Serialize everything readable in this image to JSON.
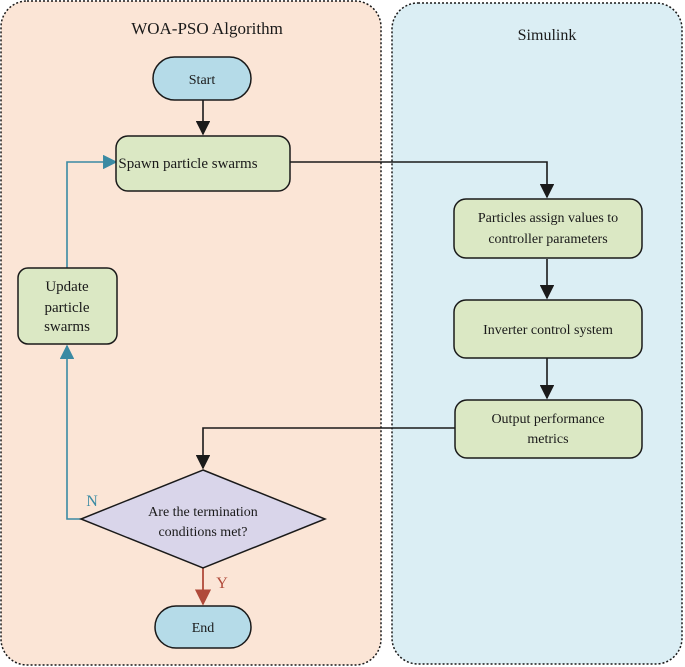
{
  "panels": {
    "left_title": "WOA-PSO Algorithm",
    "right_title": "Simulink"
  },
  "nodes": {
    "start": "Start",
    "spawn": "Spawn particle swarms",
    "update": [
      "Update",
      "particle",
      "swarms"
    ],
    "decision": [
      "Are the termination",
      "conditions met?"
    ],
    "end": "End",
    "assign": [
      "Particles assign values to",
      "controller parameters"
    ],
    "inverter": "Inverter control system",
    "output": [
      "Output performance",
      "metrics"
    ]
  },
  "branches": {
    "no": "N",
    "yes": "Y"
  },
  "colors": {
    "left_panel_fill": "#fbe5d6",
    "right_panel_fill": "#dbeef4",
    "terminal_fill": "#b5dbe8",
    "process_fill": "#dbe8c4",
    "decision_fill": "#d9d5ea",
    "no_branch": "#3a8aa3",
    "yes_branch": "#b04a3a",
    "stroke": "#1a1a1a"
  }
}
